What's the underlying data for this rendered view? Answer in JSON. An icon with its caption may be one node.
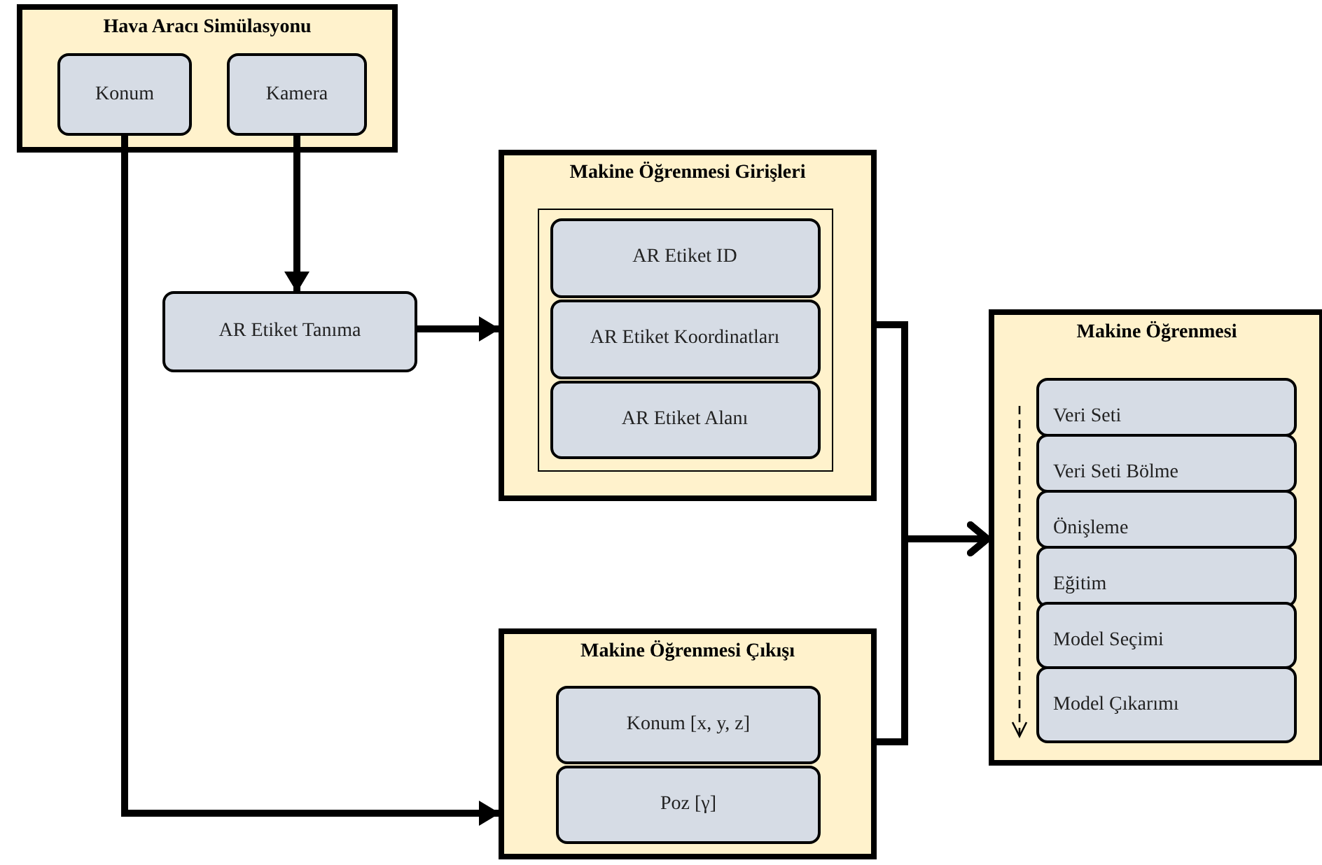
{
  "diagram": {
    "nodes": [
      {
        "text": [
          "Hava Aracı Simülasyonu"
        ]
      },
      {
        "text": [
          "Konum"
        ],
        "in": 0
      },
      {
        "text": [
          "Kamera"
        ],
        "in": 0
      },
      {
        "text": [
          "AR Etiket Tanıma"
        ]
      },
      {
        "text": [
          "Makine Öğrenmesi Girişleri"
        ]
      },
      {
        "text": [],
        "shape": "box",
        "in": 4
      },
      {
        "text": [
          "AR Etiket ID"
        ],
        "in": 5
      },
      {
        "text": [
          "AR Etiket Koordinatları"
        ],
        "in": 5
      },
      {
        "text": [
          "AR Etiket Alanı"
        ],
        "in": 5
      },
      {
        "text": [
          "Makine Öğrenmesi Çıkışı"
        ]
      },
      {
        "text": [
          "Konum [x, y, z]"
        ],
        "in": 9
      },
      {
        "text": [
          "Poz [γ]"
        ],
        "in": 9
      },
      {
        "text": [
          "Makine Öğrenmesi"
        ]
      },
      {
        "text": [
          "Veri Seti"
        ],
        "in": 12
      },
      {
        "text": [
          "Veri Seti Bölme"
        ],
        "in": 12
      },
      {
        "text": [
          "Önişleme"
        ],
        "in": 12
      },
      {
        "text": [
          "Eğitim"
        ],
        "in": 12
      },
      {
        "text": [
          "Model Seçimi"
        ],
        "in": 12
      },
      {
        "text": [
          "Model Çıkarımı"
        ],
        "in": 12
      }
    ],
    "edges": [
      {
        "from": 1,
        "to": 9,
        "arrow": "to"
      },
      {
        "from": 2,
        "to": 3,
        "arrow": "to"
      },
      {
        "from": 3,
        "to": 4,
        "arrow": "to"
      },
      {
        "from": 4,
        "to": 12,
        "arrow": "to"
      },
      {
        "from": 9,
        "to": 12,
        "arrow": "to"
      }
    ]
  }
}
